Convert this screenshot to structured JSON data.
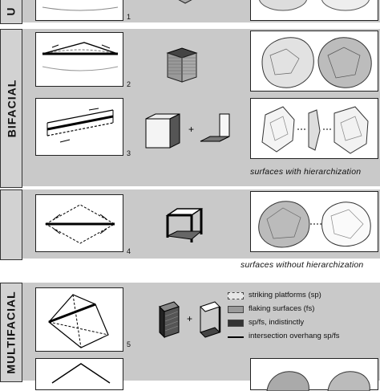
{
  "groups": {
    "unifacial": "U",
    "bifacial": "BIFACIAL",
    "multifacial": "MULTIFACIAL"
  },
  "row_numbers": [
    "1",
    "2",
    "3",
    "4",
    "5"
  ],
  "captions": {
    "with_hierarchization": "surfaces with hierarchization",
    "without_hierarchization": "surfaces without hierarchization"
  },
  "plus_sign": "+",
  "legend": [
    {
      "label": "striking platforms (sp)",
      "color": "#e6e6e6"
    },
    {
      "label": "flaking surfaces (fs)",
      "color": "#9a9a9a"
    },
    {
      "label": "sp/fs, indistinctly",
      "color": "#333333"
    },
    {
      "label": "intersection overhang sp/fs",
      "color": "#000000"
    }
  ]
}
